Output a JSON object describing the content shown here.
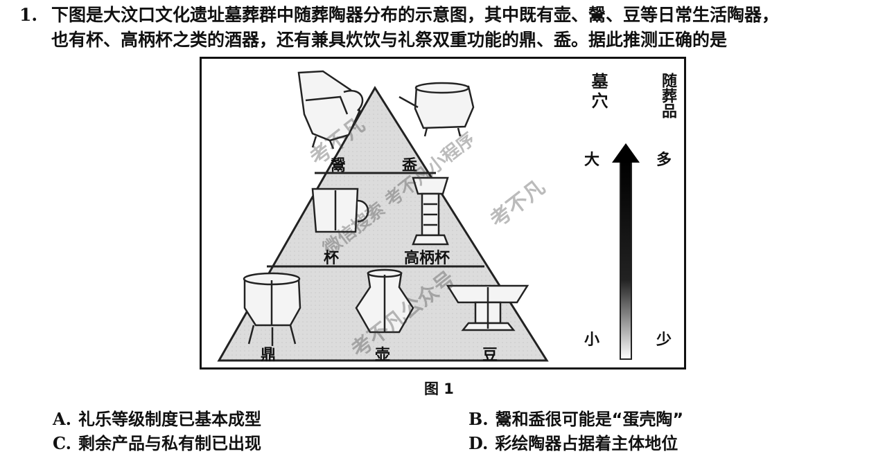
{
  "question": {
    "number": "1.",
    "line1": "下图是大汶口文化遗址墓葬群中随葬陶器分布的示意图，其中既有壶、鬶、豆等日常生活陶器，",
    "line2": "也有杯、高柄杯之类的酒器，还有兼具炊饮与礼祭双重功能的鼎、盉。据此推测正确的是"
  },
  "figure": {
    "tiers": {
      "top": [
        "鬶",
        "盉"
      ],
      "middle": [
        "杯",
        "高柄杯"
      ],
      "bottom": [
        "鼎",
        "壶",
        "豆"
      ]
    },
    "axis_left": {
      "title": "墓穴",
      "high": "大",
      "low": "小"
    },
    "axis_right": {
      "title": "随葬品",
      "high": "多",
      "low": "少"
    },
    "caption": "图 1"
  },
  "options": [
    {
      "key": "A.",
      "text": "礼乐等级制度已基本成型"
    },
    {
      "key": "B.",
      "text": "鬶和盉很可能是“蛋壳陶”"
    },
    {
      "key": "C.",
      "text": "剩余产品与私有制已出现"
    },
    {
      "key": "D.",
      "text": "彩绘陶器占据着主体地位"
    }
  ],
  "watermarks": [
    "考不凡",
    "微信搜索 考不凡小程序",
    "考不凡公众号",
    "考不凡"
  ]
}
